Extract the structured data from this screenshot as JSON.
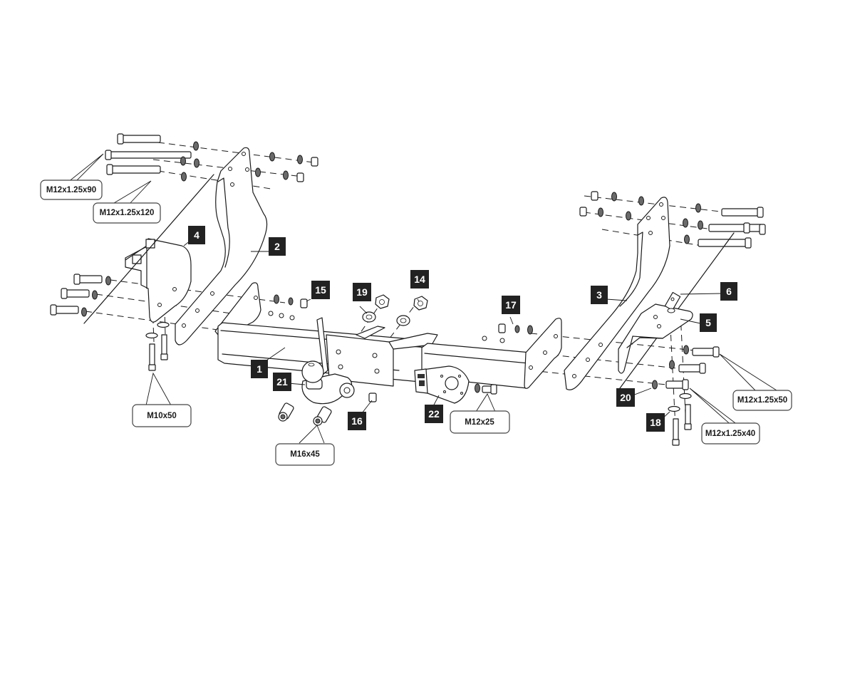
{
  "diagram": {
    "title": "Tow bar exploded assembly diagram",
    "part_numbers": [
      {
        "id": "1",
        "label": "1"
      },
      {
        "id": "2",
        "label": "2"
      },
      {
        "id": "3",
        "label": "3"
      },
      {
        "id": "4",
        "label": "4"
      },
      {
        "id": "5",
        "label": "5"
      },
      {
        "id": "6",
        "label": "6"
      },
      {
        "id": "14",
        "label": "14"
      },
      {
        "id": "15",
        "label": "15"
      },
      {
        "id": "16",
        "label": "16"
      },
      {
        "id": "17",
        "label": "17"
      },
      {
        "id": "18",
        "label": "18"
      },
      {
        "id": "19",
        "label": "19"
      },
      {
        "id": "20",
        "label": "20"
      },
      {
        "id": "21",
        "label": "21"
      },
      {
        "id": "22",
        "label": "22"
      }
    ],
    "bolt_specs": [
      {
        "id": "m12x125x90",
        "label": "M12x1.25x90"
      },
      {
        "id": "m12x125x120",
        "label": "M12x1.25x120"
      },
      {
        "id": "m10x50",
        "label": "M10x50"
      },
      {
        "id": "m16x45",
        "label": "M16x45"
      },
      {
        "id": "m12x25",
        "label": "M12x25"
      },
      {
        "id": "m12x125x50",
        "label": "M12x1.25x50"
      },
      {
        "id": "m12x125x40",
        "label": "M12x1.25x40"
      }
    ],
    "colors": {
      "line": "#1a1a1a",
      "label_bg": "#222222",
      "label_text": "#ffffff",
      "background": "#ffffff"
    }
  }
}
